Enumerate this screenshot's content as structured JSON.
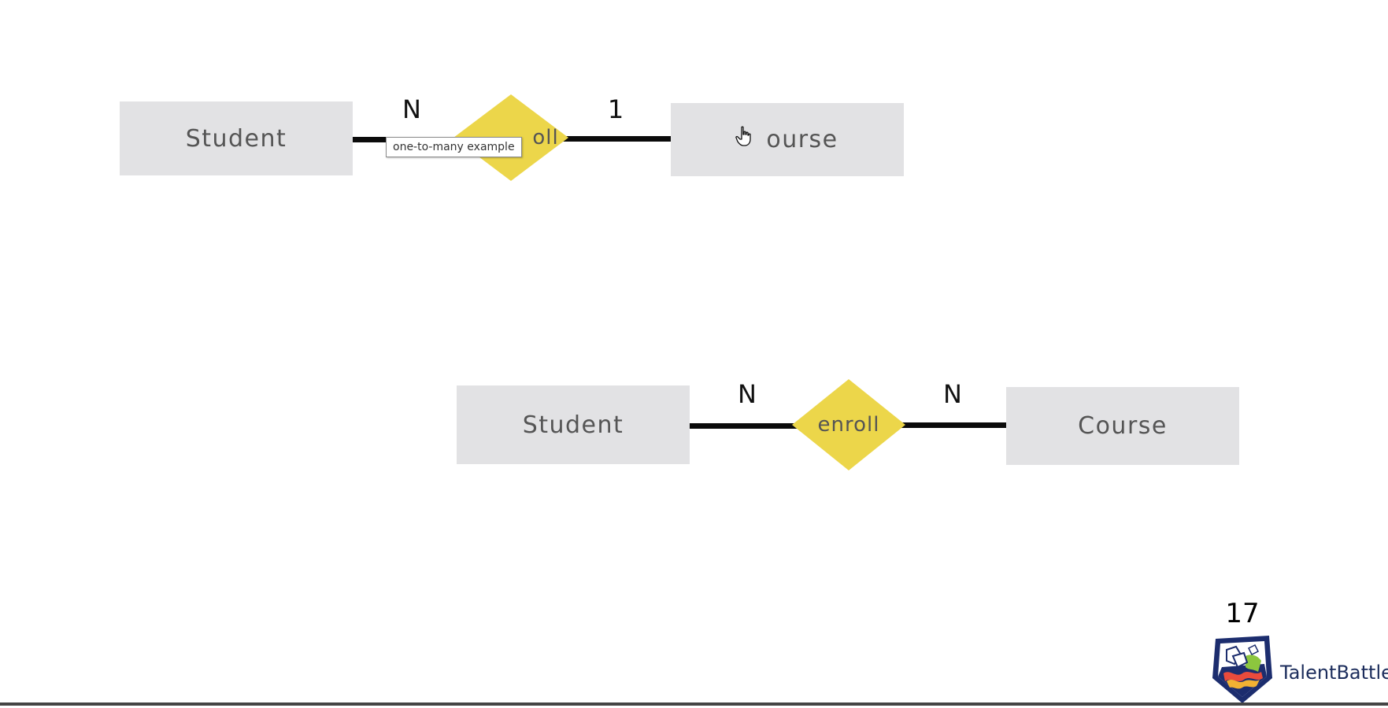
{
  "diagram_top": {
    "entity_left": "Student",
    "relationship": "enroll",
    "relationship_visible": "oll",
    "entity_right": "Course",
    "entity_right_visible": "ourse",
    "cardinality_left": "N",
    "cardinality_right": "1"
  },
  "diagram_bottom": {
    "entity_left": "Student",
    "relationship": "enroll",
    "entity_right": "Course",
    "cardinality_left": "N",
    "cardinality_right": "N"
  },
  "tooltip": {
    "text": "one-to-many example"
  },
  "footer": {
    "page_number": "17",
    "brand_first": "Talent",
    "brand_second": "Battle"
  },
  "colors": {
    "entity_fill": "#e2e2e4",
    "relationship_fill": "#ecd64a",
    "line": "#0b0b0b",
    "text": "#555555"
  },
  "icons": {
    "cursor": "hand-pointer-icon",
    "logo": "talentbattle-shield-logo"
  }
}
